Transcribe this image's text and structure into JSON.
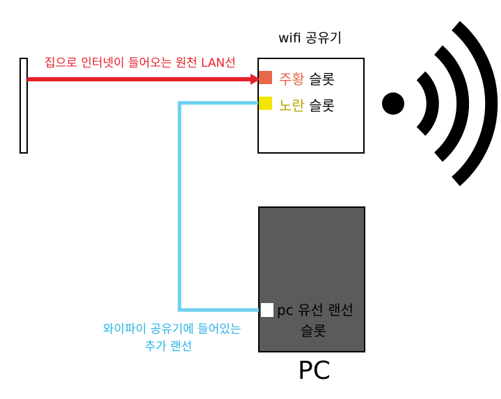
{
  "router": {
    "title": "wifi 공유기",
    "orange_slot": {
      "word": "주황",
      "suffix": " 슬롯",
      "color": "#e8674a"
    },
    "yellow_slot": {
      "word": "노란",
      "suffix": " 슬롯",
      "color": "#f2e600"
    }
  },
  "pc": {
    "title": "PC",
    "slot_label_line1": "pc 유선 랜선",
    "slot_label_line2": "슬롯",
    "box_color": "#5b5b5b",
    "port_color": "#ffffff"
  },
  "cables": {
    "incoming_label": "집으로 인터넷이 들어오는 원천 LAN선",
    "incoming_color": "#e8202a",
    "extra_label_line1": "와이파이 공유기에 들어있는",
    "extra_label_line2": "추가 랜선",
    "extra_color": "#6ccff0"
  },
  "icons": {
    "wall": "wall-outlet-icon",
    "wifi": "wifi-signal-icon"
  }
}
